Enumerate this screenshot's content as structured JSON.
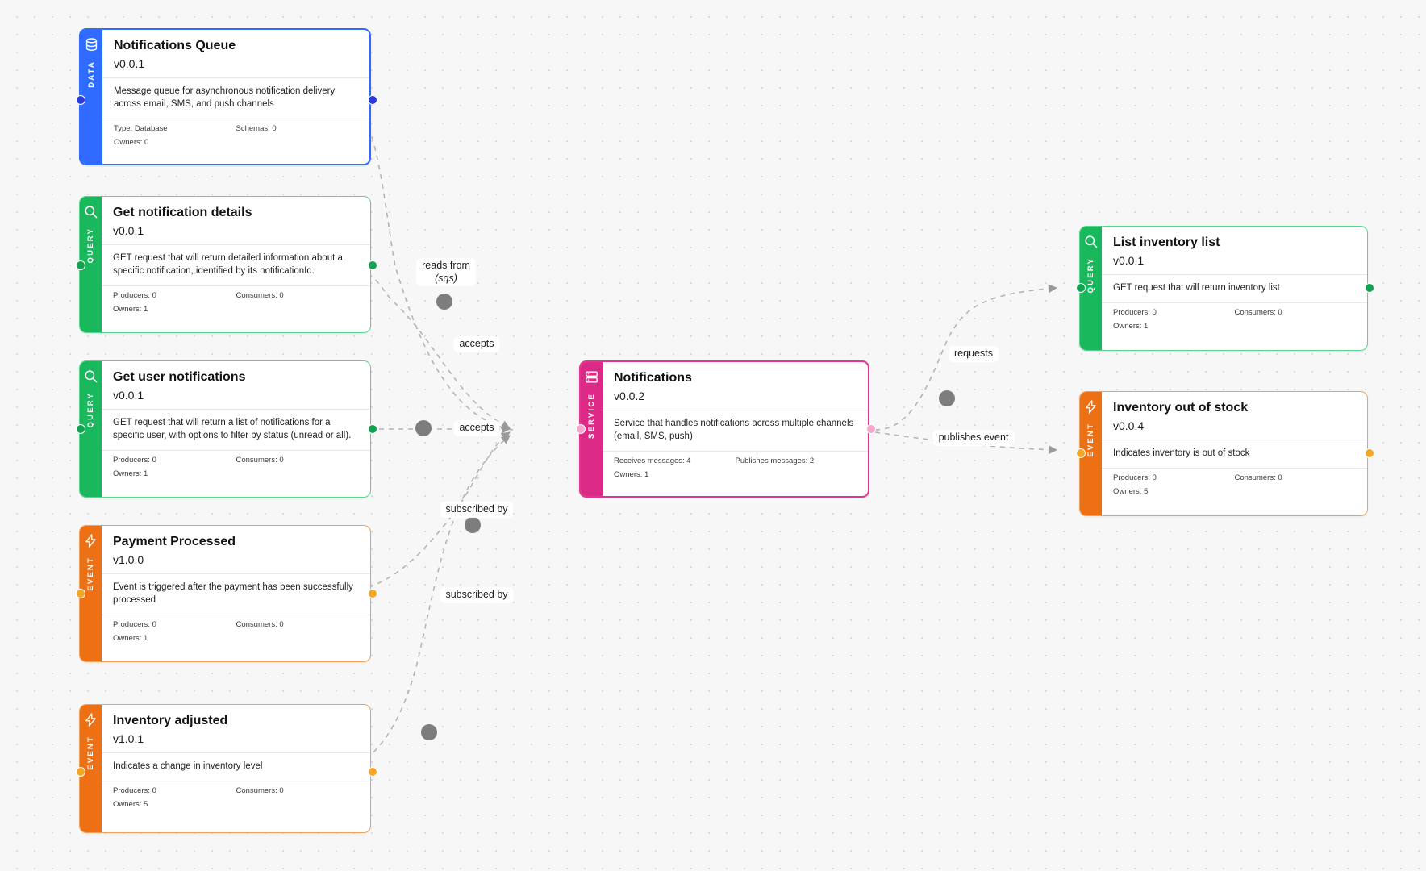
{
  "canvas": {
    "background_color": "#f7f7f7",
    "grid_dot_color": "#d4d4d4"
  },
  "palette": {
    "data_blue": "#2f6bff",
    "query_green": "#19b85c",
    "service_pink": "#da2a85",
    "event_orange": "#ed7014",
    "edge_gray": "#b4b4b4",
    "waypoint_gray": "#7d7d7d"
  },
  "nodes": [
    {
      "id": "notifications-queue",
      "kind": "DATA",
      "icon": "database-icon",
      "title": "Notifications Queue",
      "version": "v0.0.1",
      "description": "Message queue for asynchronous notification delivery across email, SMS, and push channels",
      "stats": [
        {
          "left": "Type: Database",
          "right": "Schemas: 0"
        },
        {
          "left": "Owners: 0",
          "right": ""
        }
      ]
    },
    {
      "id": "get-notification-details",
      "kind": "QUERY",
      "icon": "magnifier-icon",
      "title": "Get notification details",
      "version": "v0.0.1",
      "description": "GET request that will return detailed information about a specific notification, identified by its notificationId.",
      "stats": [
        {
          "left": "Producers: 0",
          "right": "Consumers: 0"
        },
        {
          "left": "Owners: 1",
          "right": ""
        }
      ]
    },
    {
      "id": "get-user-notifications",
      "kind": "QUERY",
      "icon": "magnifier-icon",
      "title": "Get user notifications",
      "version": "v0.0.1",
      "description": "GET request that will return a list of notifications for a specific user, with options to filter by status (unread or all).",
      "stats": [
        {
          "left": "Producers: 0",
          "right": "Consumers: 0"
        },
        {
          "left": "Owners: 1",
          "right": ""
        }
      ]
    },
    {
      "id": "payment-processed",
      "kind": "EVENT",
      "icon": "lightning-bolt-icon",
      "title": "Payment Processed",
      "version": "v1.0.0",
      "description": "Event is triggered after the payment has been successfully processed",
      "stats": [
        {
          "left": "Producers: 0",
          "right": "Consumers: 0"
        },
        {
          "left": "Owners: 1",
          "right": ""
        }
      ]
    },
    {
      "id": "inventory-adjusted",
      "kind": "EVENT",
      "icon": "lightning-bolt-icon",
      "title": "Inventory adjusted",
      "version": "v1.0.1",
      "description": "Indicates a change in inventory level",
      "stats": [
        {
          "left": "Producers: 0",
          "right": "Consumers: 0"
        },
        {
          "left": "Owners: 5",
          "right": ""
        }
      ]
    },
    {
      "id": "notifications-service",
      "kind": "SERVICE",
      "icon": "server-icon",
      "title": "Notifications",
      "version": "v0.0.2",
      "description": "Service that handles notifications across multiple channels (email, SMS, push)",
      "stats": [
        {
          "left": "Receives messages: 4",
          "right": "Publishes messages: 2"
        },
        {
          "left": "Owners: 1",
          "right": ""
        }
      ]
    },
    {
      "id": "list-inventory-list",
      "kind": "QUERY",
      "icon": "magnifier-icon",
      "title": "List inventory list",
      "version": "v0.0.1",
      "description": "GET request that will return inventory list",
      "stats": [
        {
          "left": "Producers: 0",
          "right": "Consumers: 0"
        },
        {
          "left": "Owners: 1",
          "right": ""
        }
      ]
    },
    {
      "id": "inventory-out-of-stock",
      "kind": "EVENT",
      "icon": "lightning-bolt-icon",
      "title": "Inventory out of stock",
      "version": "v0.0.4",
      "description": "Indicates inventory is out of stock",
      "stats": [
        {
          "left": "Producers: 0",
          "right": "Consumers: 0"
        },
        {
          "left": "Owners: 5",
          "right": ""
        }
      ]
    }
  ],
  "edge_labels": [
    {
      "id": "reads-from",
      "text": "reads from",
      "sub": "(sqs)"
    },
    {
      "id": "accepts-1",
      "text": "accepts",
      "sub": ""
    },
    {
      "id": "accepts-2",
      "text": "accepts",
      "sub": ""
    },
    {
      "id": "subscribed-by-1",
      "text": "subscribed by",
      "sub": ""
    },
    {
      "id": "subscribed-by-2",
      "text": "subscribed by",
      "sub": ""
    },
    {
      "id": "requests",
      "text": "requests",
      "sub": ""
    },
    {
      "id": "publishes-event",
      "text": "publishes event",
      "sub": ""
    }
  ]
}
